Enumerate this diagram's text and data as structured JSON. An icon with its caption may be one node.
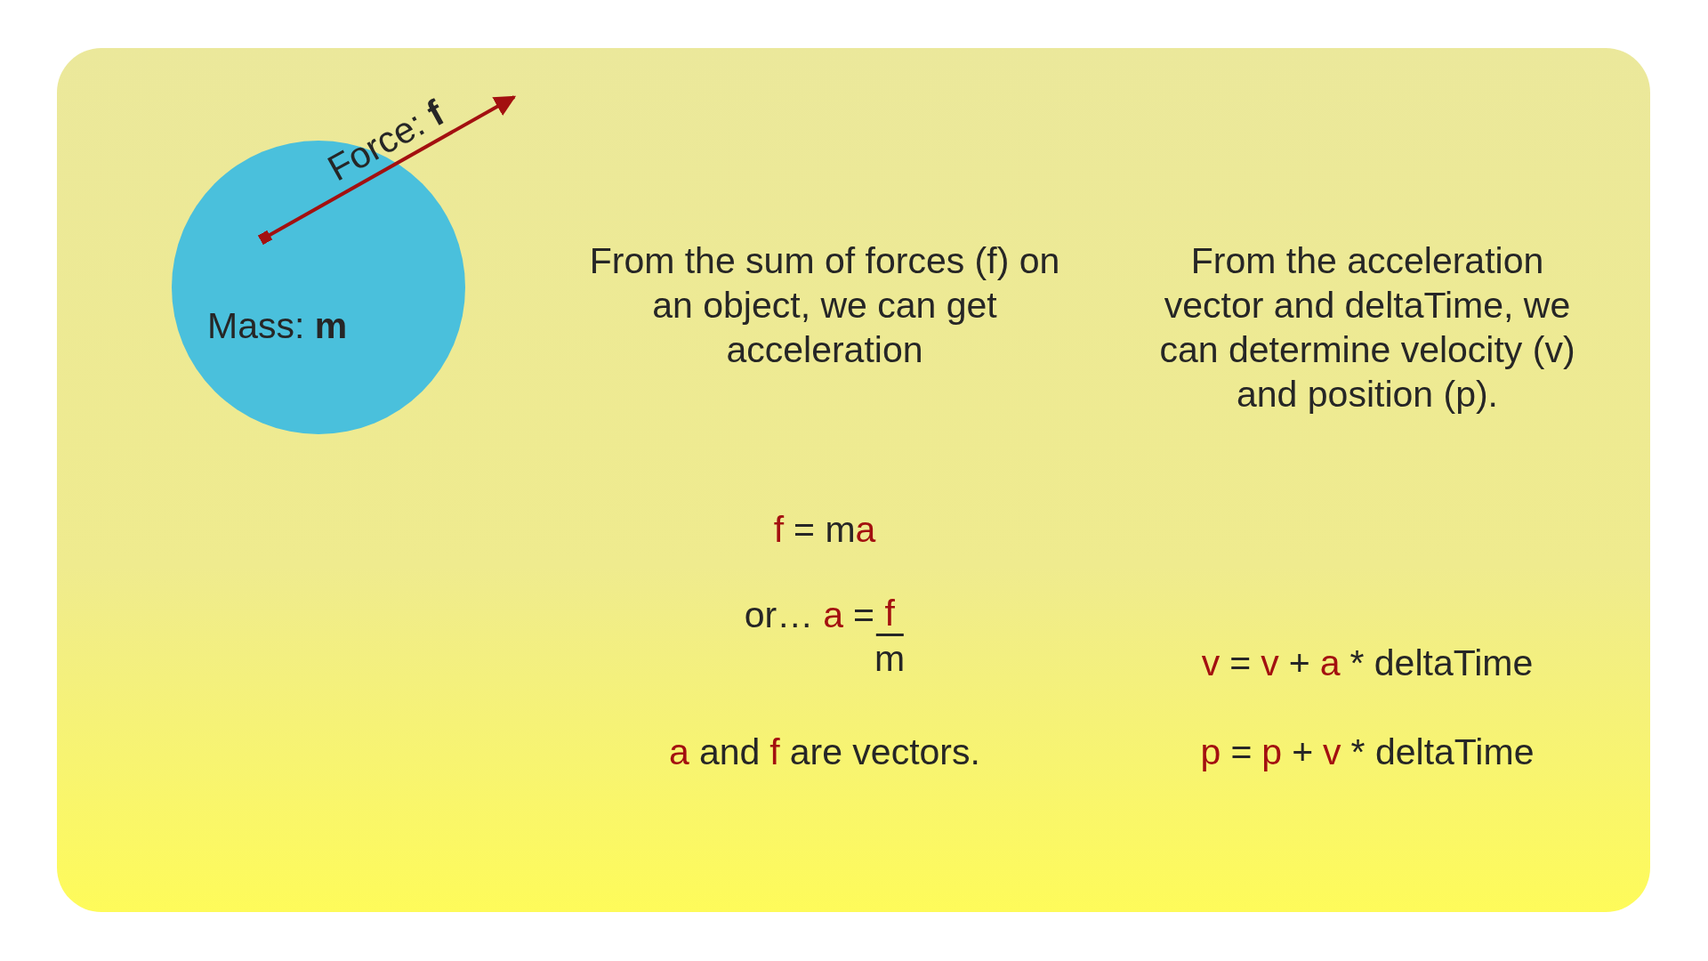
{
  "diagram": {
    "nodes": [
      {
        "text": [
          "Mass: **m**"
        ]
      }
    ],
    "labels": [
      "Force: **f**",
      "From the sum of forces (f) on an object, we can get acceleration",
      "f",
      "= m",
      "a",
      "or…",
      "a",
      "=",
      "f",
      "m",
      "a",
      "and",
      "f",
      "are vectors.",
      "From the acceleration vector and deltaTime, we can determine velocity (v) and position (p).",
      "v",
      "=",
      "v",
      "+",
      "a",
      "* deltaTime",
      "p",
      "=",
      "p",
      "+",
      "v",
      "* deltaTime"
    ]
  }
}
